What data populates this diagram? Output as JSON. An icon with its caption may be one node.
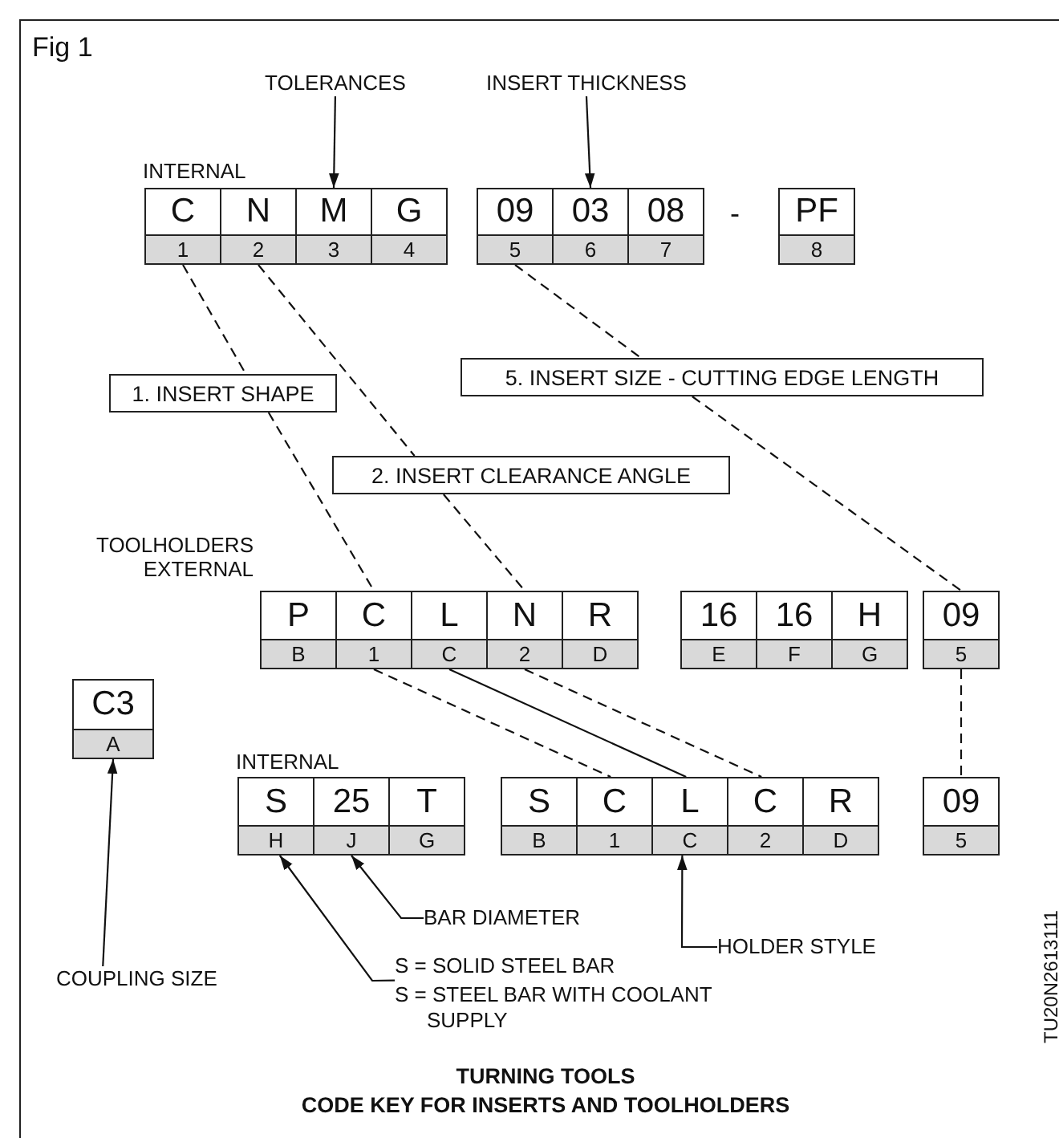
{
  "diagram": {
    "title": "Fig 1",
    "nodes": [
      {
        "text": [
          "TOLERANCES"
        ]
      },
      {
        "text": [
          "INSERT THICKNESS"
        ]
      },
      {
        "text": [
          "C",
          "1"
        ]
      },
      {
        "text": [
          "N",
          "2"
        ]
      },
      {
        "text": [
          "M",
          "3"
        ]
      },
      {
        "text": [
          "G",
          "4"
        ]
      },
      {
        "text": [
          "09",
          "5"
        ]
      },
      {
        "text": [
          "03",
          "6"
        ]
      },
      {
        "text": [
          "08",
          "7"
        ]
      },
      {
        "text": [
          "PF",
          "8"
        ]
      },
      {
        "text": [
          "1. INSERT SHAPE"
        ]
      },
      {
        "text": [
          "5. INSERT SIZE - CUTTING EDGE LENGTH"
        ]
      },
      {
        "text": [
          "2. INSERT CLEARANCE ANGLE"
        ]
      },
      {
        "text": [
          "P",
          "B"
        ]
      },
      {
        "text": [
          "C",
          "1"
        ]
      },
      {
        "text": [
          "L",
          "C"
        ]
      },
      {
        "text": [
          "N",
          "2"
        ]
      },
      {
        "text": [
          "R",
          "D"
        ]
      },
      {
        "text": [
          "16",
          "E"
        ]
      },
      {
        "text": [
          "16",
          "F"
        ]
      },
      {
        "text": [
          "H",
          "G"
        ]
      },
      {
        "text": [
          "09",
          "5"
        ]
      },
      {
        "text": [
          "C3",
          "A"
        ]
      },
      {
        "text": [
          "S",
          "H"
        ]
      },
      {
        "text": [
          "25",
          "J"
        ]
      },
      {
        "text": [
          "T",
          "G"
        ]
      },
      {
        "text": [
          "S",
          "B"
        ]
      },
      {
        "text": [
          "C",
          "1"
        ]
      },
      {
        "text": [
          "L",
          "C"
        ]
      },
      {
        "text": [
          "C",
          "2"
        ]
      },
      {
        "text": [
          "R",
          "D"
        ]
      },
      {
        "text": [
          "09",
          "5"
        ]
      },
      {
        "text": [
          "BAR DIAMETER"
        ]
      },
      {
        "text": [
          "HOLDER STYLE"
        ]
      },
      {
        "text": [
          "COUPLING SIZE"
        ]
      },
      {
        "text": [
          "S = SOLID STEEL BAR",
          "S = STEEL BAR WITH COOLANT SUPPLY"
        ]
      }
    ],
    "edges": [
      {
        "from": 0,
        "to": 4,
        "arrow": "to"
      },
      {
        "from": 1,
        "to": 7,
        "arrow": "to"
      },
      {
        "from": 2,
        "to": 10,
        "arrow": "none",
        "style": "dashed"
      },
      {
        "from": 10,
        "to": 14,
        "arrow": "none",
        "style": "dashed"
      },
      {
        "from": 3,
        "to": 12,
        "arrow": "none",
        "style": "dashed"
      },
      {
        "from": 12,
        "to": 16,
        "arrow": "none",
        "style": "dashed"
      },
      {
        "from": 6,
        "to": 11,
        "arrow": "none",
        "style": "dashed"
      },
      {
        "from": 11,
        "to": 21,
        "arrow": "none",
        "style": "dashed"
      },
      {
        "from": 21,
        "to": 31,
        "arrow": "none",
        "style": "dashed"
      },
      {
        "from": 14,
        "to": 27,
        "arrow": "none",
        "style": "dashed"
      },
      {
        "from": 15,
        "to": 28,
        "arrow": "none"
      },
      {
        "from": 16,
        "to": 29,
        "arrow": "none",
        "style": "dashed"
      },
      {
        "from": 34,
        "to": 22,
        "arrow": "to"
      },
      {
        "from": 35,
        "to": 23,
        "arrow": "to"
      },
      {
        "from": 32,
        "to": 24,
        "arrow": "to"
      },
      {
        "from": 33,
        "to": 28,
        "arrow": "to"
      }
    ],
    "labels": [
      "INTERNAL",
      "-",
      "TOOLHOLDERS EXTERNAL",
      "INTERNAL",
      "TURNING TOOLS",
      "CODE KEY FOR INSERTS AND TOOLHOLDERS",
      "TU20N2613111"
    ]
  }
}
